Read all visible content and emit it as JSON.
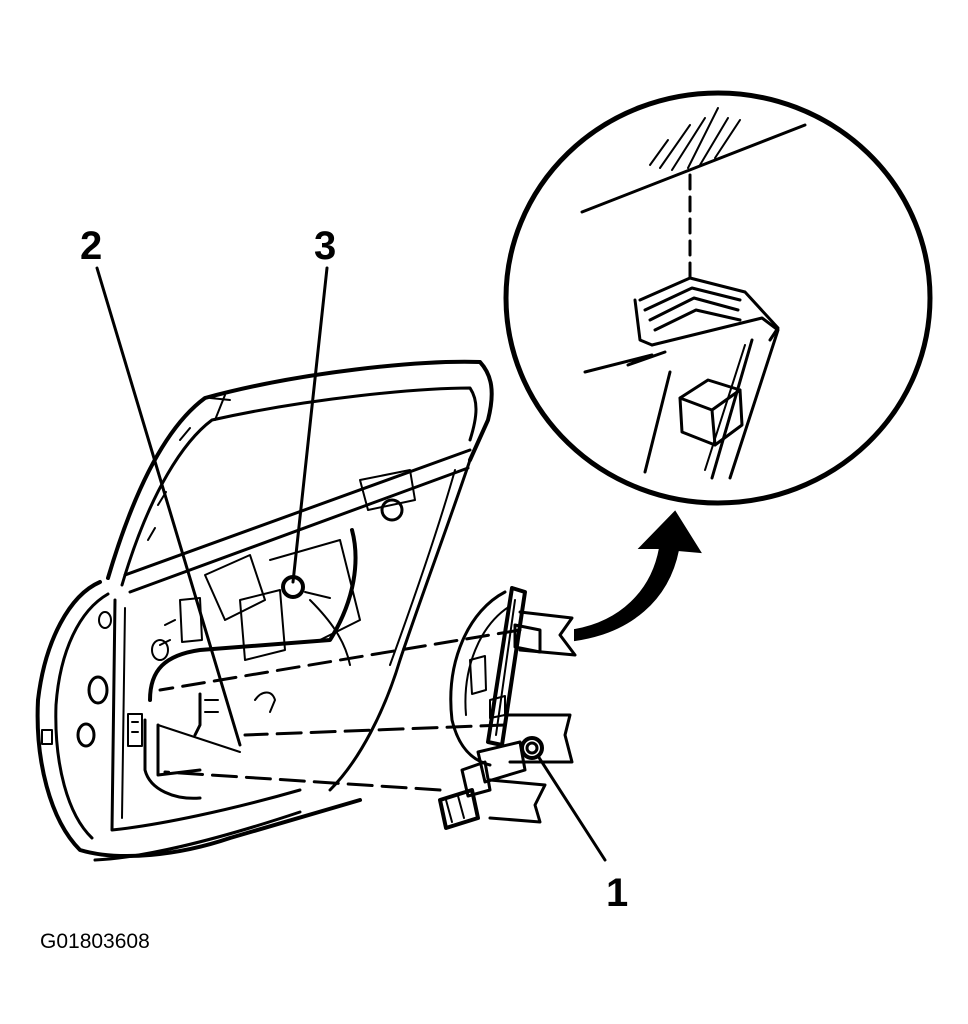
{
  "callouts": [
    {
      "id": "callout-1",
      "label": "1"
    },
    {
      "id": "callout-2",
      "label": "2"
    },
    {
      "id": "callout-3",
      "label": "3"
    }
  ],
  "figure_id": "G01803608"
}
